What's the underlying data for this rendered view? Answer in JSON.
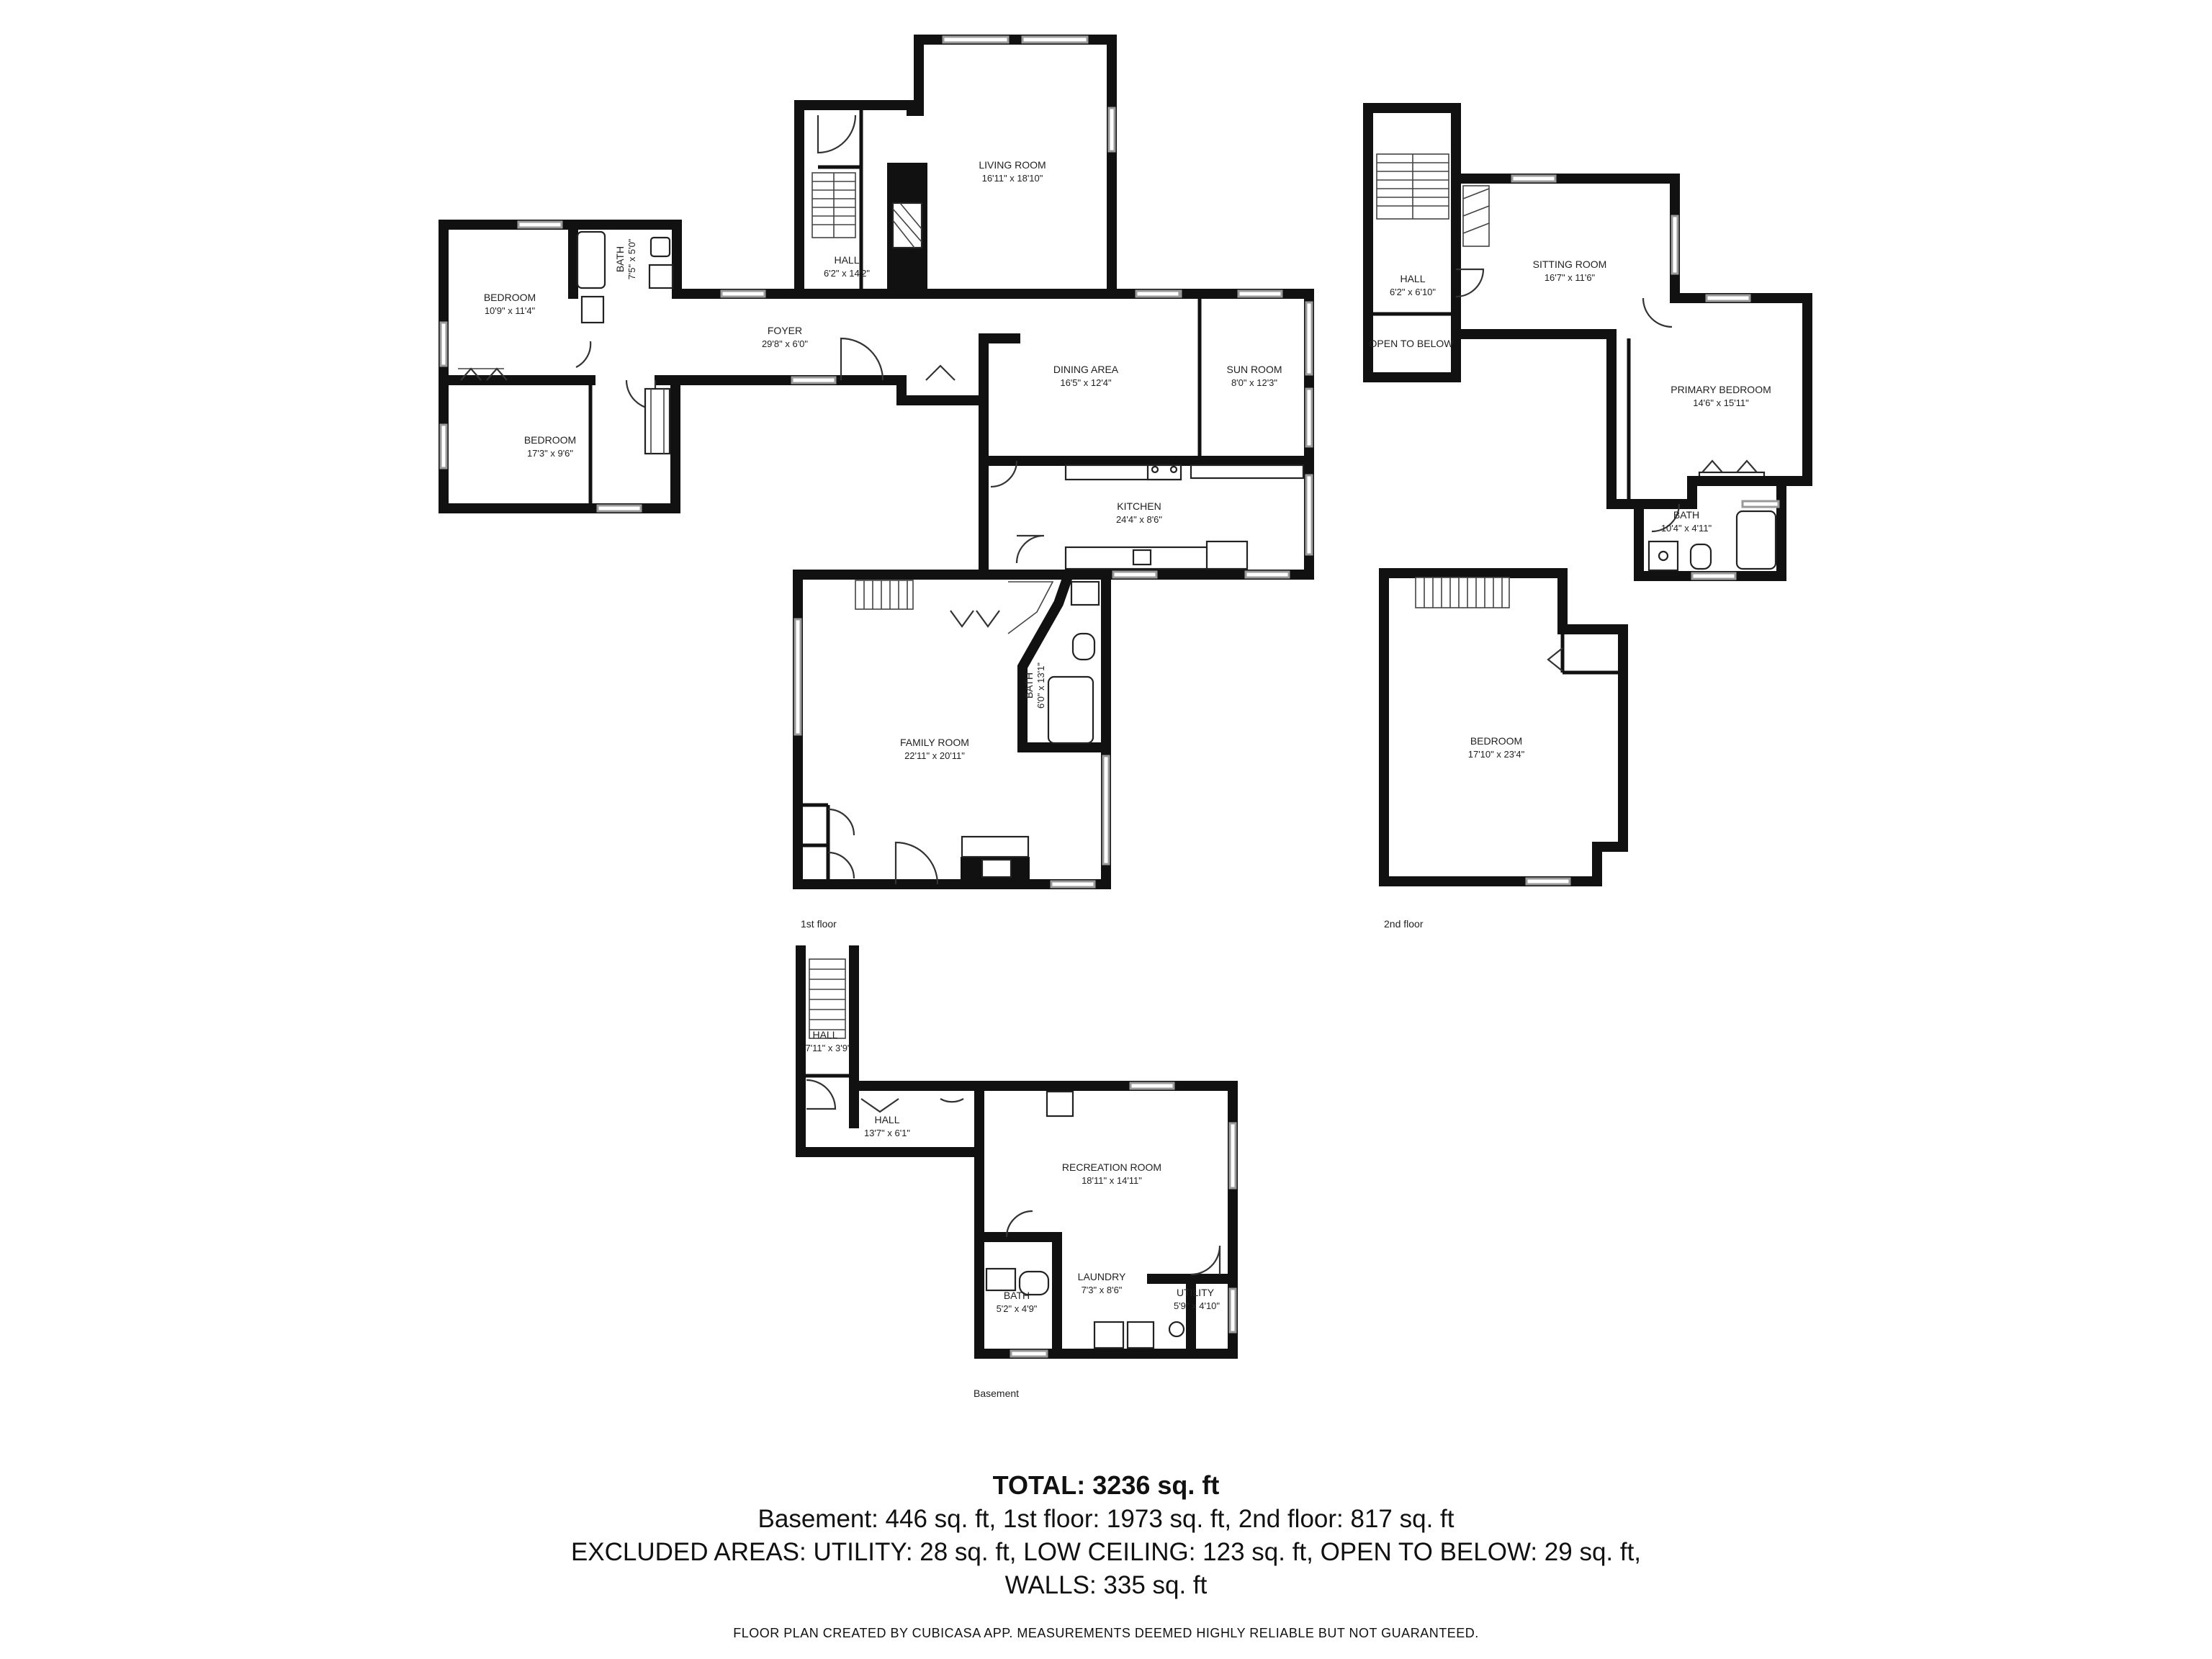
{
  "floors": {
    "first": {
      "label": "1st floor",
      "rooms": {
        "living_room": {
          "name": "LIVING ROOM",
          "dim": "16'11\" x 18'10\""
        },
        "hall": {
          "name": "HALL",
          "dim": "6'2\" x 14'2\""
        },
        "bath_top": {
          "name": "BATH",
          "dim": "7'5\" x 5'0\""
        },
        "bedroom_a": {
          "name": "BEDROOM",
          "dim": "10'9\" x 11'4\""
        },
        "foyer": {
          "name": "FOYER",
          "dim": "29'8\" x 6'0\""
        },
        "bedroom_b": {
          "name": "BEDROOM",
          "dim": "17'3\" x 9'6\""
        },
        "dining": {
          "name": "DINING AREA",
          "dim": "16'5\" x 12'4\""
        },
        "sun_room": {
          "name": "SUN ROOM",
          "dim": "8'0\" x 12'3\""
        },
        "kitchen": {
          "name": "KITCHEN",
          "dim": "24'4\" x 8'6\""
        },
        "bath_mid": {
          "name": "BATH",
          "dim": "6'0\" x 13'1\""
        },
        "family_room": {
          "name": "FAMILY ROOM",
          "dim": "22'11\" x 20'11\""
        }
      }
    },
    "second": {
      "label": "2nd floor",
      "rooms": {
        "hall": {
          "name": "HALL",
          "dim": "6'2\" x 6'10\""
        },
        "open_to_below": {
          "name": "OPEN TO BELOW"
        },
        "sitting_room": {
          "name": "SITTING ROOM",
          "dim": "16'7\" x 11'6\""
        },
        "primary_bedroom": {
          "name": "PRIMARY BEDROOM",
          "dim": "14'6\" x 15'11\""
        },
        "bath": {
          "name": "BATH",
          "dim": "10'4\" x 4'11\""
        },
        "bedroom": {
          "name": "BEDROOM",
          "dim": "17'10\" x 23'4\""
        }
      }
    },
    "basement": {
      "label": "Basement",
      "rooms": {
        "hall_stair": {
          "name": "HALL",
          "dim": "7'11\" x 3'9\""
        },
        "hall": {
          "name": "HALL",
          "dim": "13'7\" x 6'1\""
        },
        "recreation_room": {
          "name": "RECREATION ROOM",
          "dim": "18'11\" x 14'11\""
        },
        "laundry": {
          "name": "LAUNDRY",
          "dim": "7'3\" x 8'6\""
        },
        "bath": {
          "name": "BATH",
          "dim": "5'2\" x 4'9\""
        },
        "utility": {
          "name": "UTILITY",
          "dim": "5'9\" x 4'10\""
        }
      }
    }
  },
  "summary": {
    "total": "TOTAL: 3236 sq. ft",
    "line1": "Basement: 446 sq. ft, 1st floor: 1973 sq. ft, 2nd floor: 817 sq. ft",
    "line2": "EXCLUDED AREAS: UTILITY: 28 sq. ft, LOW CEILING: 123 sq. ft, OPEN TO BELOW: 29 sq. ft,",
    "line3": "WALLS: 335 sq. ft"
  },
  "disclaimer": "FLOOR PLAN CREATED BY CUBICASA APP. MEASUREMENTS DEEMED HIGHLY RELIABLE BUT NOT GUARANTEED."
}
